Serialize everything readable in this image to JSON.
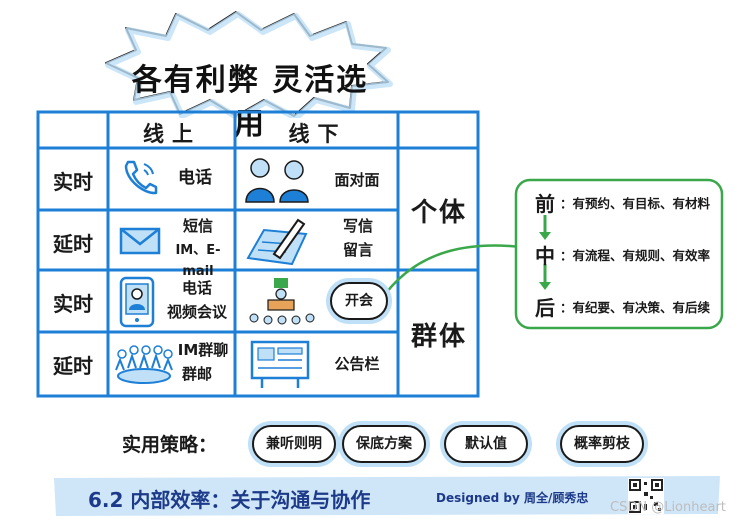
{
  "title": "各有利弊 灵活选用",
  "columns": [
    "线上",
    "线下"
  ],
  "rows": [
    {
      "label": "实时",
      "online": [
        "电话"
      ],
      "offline": [
        "面对面"
      ]
    },
    {
      "label": "延时",
      "online": [
        "短信",
        "IM、E-mail"
      ],
      "offline": [
        "写信",
        "留言"
      ]
    },
    {
      "label": "实时",
      "online": [
        "电话",
        "视频会议"
      ],
      "offline": [
        "开会"
      ]
    },
    {
      "label": "延时",
      "online": [
        "IM群聊",
        "群邮"
      ],
      "offline": [
        "公告栏"
      ]
    }
  ],
  "groups": [
    "个体",
    "群体"
  ],
  "meeting_phases": [
    {
      "label": "前",
      "text": "：有预约、有目标、有材料"
    },
    {
      "label": "中",
      "text": "：有流程、有规则、有效率"
    },
    {
      "label": "后",
      "text": "：有纪要、有决策、有后续"
    }
  ],
  "strategy": {
    "label": "实用策略：",
    "items": [
      "兼听则明",
      "保底方案",
      "默认值",
      "概率剪枝"
    ]
  },
  "footer": {
    "title": "6.2 内部效率：关于沟通与协作",
    "credit": "Designed by 周全/顾秀忠",
    "watermark": "CSDN @Lionheart"
  },
  "colors": {
    "accent_blue": "#1e7fd6",
    "highlight": "#bfe0f7",
    "green": "#3aa84a",
    "footer_bg": "#cfe6f8"
  }
}
